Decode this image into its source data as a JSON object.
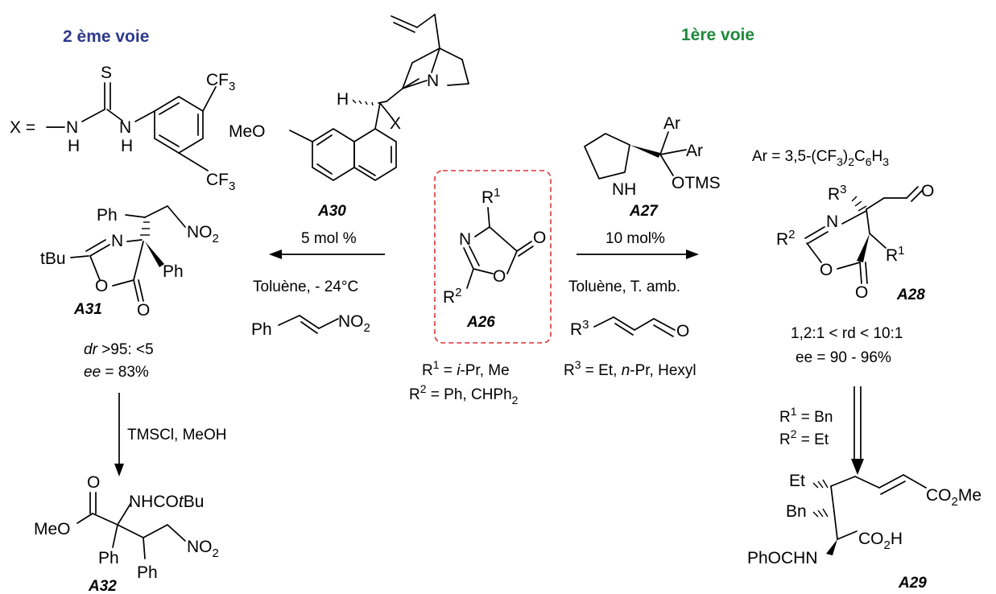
{
  "routes": {
    "second": {
      "title": "2 ème voie",
      "color": "#2e3a8c"
    },
    "first": {
      "title": "1ère voie",
      "color": "#1e8a3c"
    }
  },
  "colors": {
    "highlight_box": "#e0343a"
  },
  "compounds": {
    "A26": {
      "label": "A26",
      "sub1": "R<sup>1</sup> = <i>i</i>-Pr, Me",
      "sub2": "R<sup>2</sup> = Ph, CHPh<sub>2</sub>"
    },
    "A27": {
      "label": "A27",
      "ar_def": "Ar = 3,5-(CF<sub>3</sub>)<sub>2</sub>C<sub>6</sub>H<sub>3</sub>"
    },
    "A28": {
      "label": "A28",
      "dr": "1,2:1 < rd < 10:1",
      "ee": "ee = 90 - 96%"
    },
    "A29": {
      "label": "A29",
      "cond1": "R<sup>1</sup> = Bn",
      "cond2": "R<sup>2</sup> = Et"
    },
    "A30": {
      "label": "A30"
    },
    "A31": {
      "label": "A31",
      "dr": "<i>dr</i> >95: <5",
      "ee": "<i>ee</i> = 83%"
    },
    "A32": {
      "label": "A32"
    }
  },
  "conditions": {
    "left": {
      "loading": "5 mol %",
      "solvent": "Toluène, - 24°C"
    },
    "right": {
      "loading": "10 mol%",
      "solvent": "Toluène, T. amb.",
      "r3": "R<sup>3</sup> = Et, <i>n</i>-Pr, Hexyl"
    },
    "down_left": "TMSCl, MeOH"
  }
}
